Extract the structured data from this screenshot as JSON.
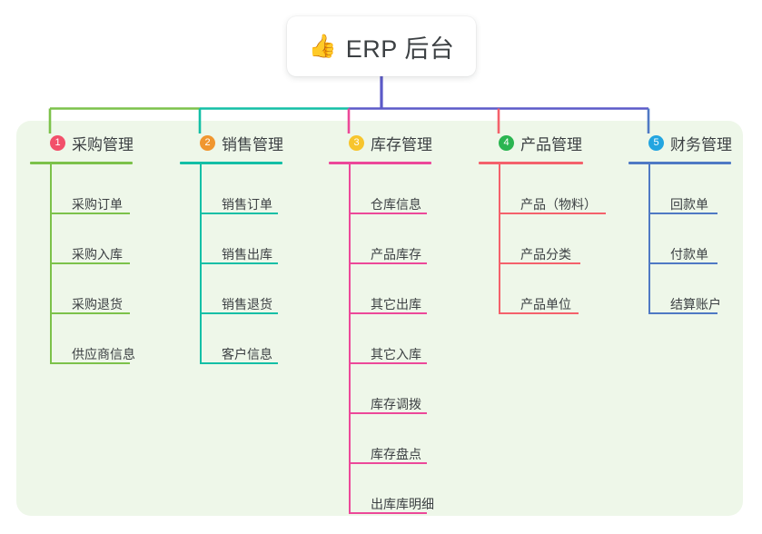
{
  "root": {
    "icon": "thumbs-up-icon",
    "emoji": "👍",
    "label": "ERP 后台"
  },
  "colors": {
    "panel_bg": "#eef7e9",
    "root_line": "#5c5ac8",
    "branch_1": "#7cc24a",
    "branch_2": "#13bfa6",
    "branch_3": "#ec4899",
    "branch_4": "#f4616b",
    "branch_5": "#4f79c4",
    "badge_1": "#f2506a",
    "badge_2": "#f0962f",
    "badge_3": "#f7c52d",
    "badge_4": "#2bb551",
    "badge_5": "#23a5e0",
    "text": "#3c4043"
  },
  "branches": [
    {
      "number": "1",
      "title": "采购管理",
      "badge_color": "#f2506a",
      "line_color": "#7cc24a",
      "items": [
        {
          "label": "采购订单"
        },
        {
          "label": "采购入库"
        },
        {
          "label": "采购退货"
        },
        {
          "label": "供应商信息"
        }
      ]
    },
    {
      "number": "2",
      "title": "销售管理",
      "badge_color": "#f0962f",
      "line_color": "#13bfa6",
      "items": [
        {
          "label": "销售订单"
        },
        {
          "label": "销售出库"
        },
        {
          "label": "销售退货"
        },
        {
          "label": "客户信息"
        }
      ]
    },
    {
      "number": "3",
      "title": "库存管理",
      "badge_color": "#f7c52d",
      "line_color": "#ec4899",
      "items": [
        {
          "label": "仓库信息"
        },
        {
          "label": "产品库存"
        },
        {
          "label": "其它出库"
        },
        {
          "label": "其它入库"
        },
        {
          "label": "库存调拨"
        },
        {
          "label": "库存盘点"
        },
        {
          "label": "出库库明细"
        }
      ]
    },
    {
      "number": "4",
      "title": "产品管理",
      "badge_color": "#2bb551",
      "line_color": "#f4616b",
      "items": [
        {
          "label": "产品（物料）"
        },
        {
          "label": "产品分类"
        },
        {
          "label": "产品单位"
        }
      ]
    },
    {
      "number": "5",
      "title": "财务管理",
      "badge_color": "#23a5e0",
      "line_color": "#4f79c4",
      "items": [
        {
          "label": "回款单"
        },
        {
          "label": "付款单"
        },
        {
          "label": "结算账户"
        }
      ]
    }
  ]
}
